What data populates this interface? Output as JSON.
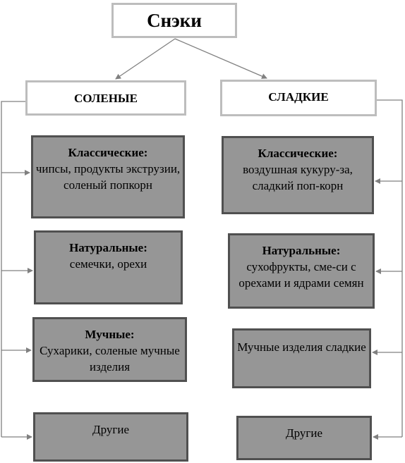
{
  "root": {
    "label": "Снэки"
  },
  "branches": [
    {
      "header": "СОЛЕНЫЕ",
      "items": [
        {
          "title": "Классические:",
          "text": "чипсы, продукты экструзии, соленый попкорн"
        },
        {
          "title": "Натуральные:",
          "text": "семечки, орехи"
        },
        {
          "title": "Мучные:",
          "text": "Сухарики, соленые мучные изделия"
        },
        {
          "title": "",
          "text": "Другие"
        }
      ]
    },
    {
      "header": "СЛАДКИЕ",
      "items": [
        {
          "title": "Классические:",
          "text": "воздушная кукуру-за, сладкий поп-корн"
        },
        {
          "title": "Натуральные:",
          "text": "сухофрукты, сме-си с орехами и ядрами семян"
        },
        {
          "title": "",
          "text": "Мучные изделия сладкие"
        },
        {
          "title": "",
          "text": "Другие"
        }
      ]
    }
  ],
  "colors": {
    "header_border": "#bdbdbd",
    "leaf_fill": "#969696",
    "leaf_border": "#505050",
    "connector": "#808080"
  }
}
